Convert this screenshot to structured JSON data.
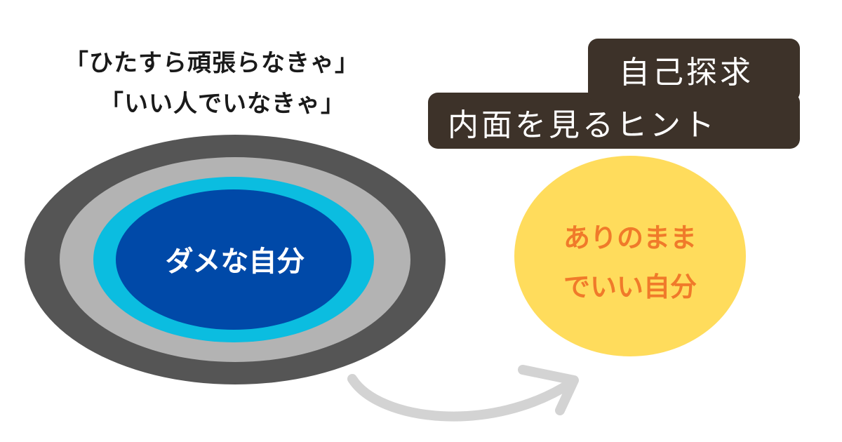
{
  "quotes": [
    "「ひたすら頑張らなきゃ」",
    "「いい人でいなきゃ」"
  ],
  "title": {
    "line1": "自己探求",
    "line2": "内面を見るヒント"
  },
  "inner_self": "ダメな自分",
  "true_self": {
    "line1": "ありのまま",
    "line2": "でいい自分"
  },
  "colors": {
    "outer_ring": "#555555",
    "middle_ring": "#b3b3b3",
    "inner_ring": "#0bbde0",
    "core": "#0049a8",
    "true_self_fill": "#ffdc5c",
    "true_self_text": "#f07a2a",
    "title_bg": "#3d3229",
    "arrow": "#d3d3d3"
  }
}
